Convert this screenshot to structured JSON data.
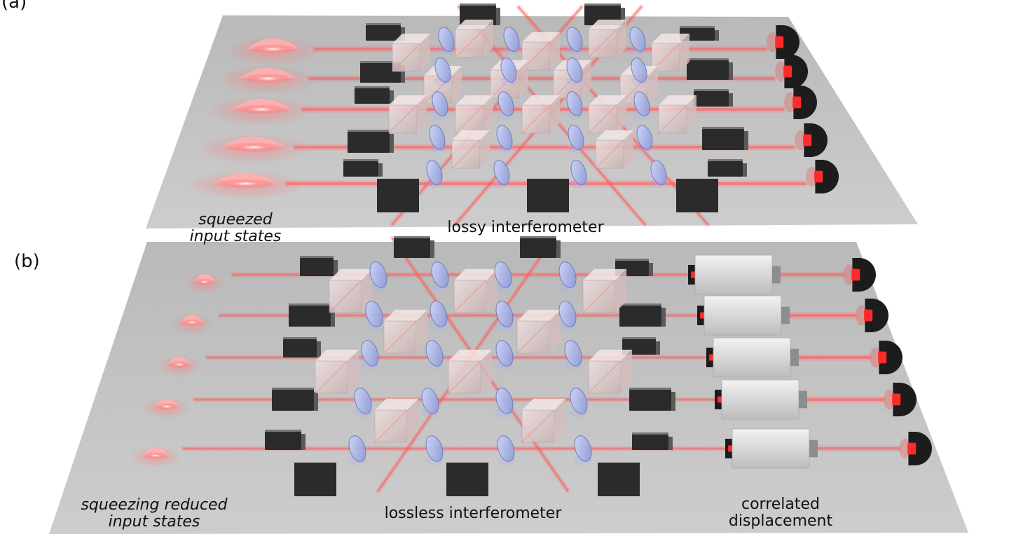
{
  "panel_a": {
    "label": "(a)",
    "input_caption": "squeezed\ninput states",
    "interferometer_caption": "lossy interferometer"
  },
  "panel_b": {
    "label": "(b)",
    "input_caption": "squeezing reduced\ninput states",
    "interferometer_caption": "lossless interferometer",
    "displacement_caption": "correlated\ndisplacement"
  },
  "colors": {
    "table": "#c4c4c4",
    "beam": "#ff5a5a",
    "lens": "#a9b6e8",
    "cube": "#e8d3d3",
    "block": "#2b2b2b",
    "detector_glow": "#ff2a2a"
  },
  "icons": {
    "source": "squeezed-state-icon",
    "mirror": "mirror-icon",
    "lens": "phase-plate-icon",
    "beam_splitter": "beam-splitter-cube-icon",
    "detector": "detector-icon",
    "displacement": "displacement-box-icon"
  }
}
